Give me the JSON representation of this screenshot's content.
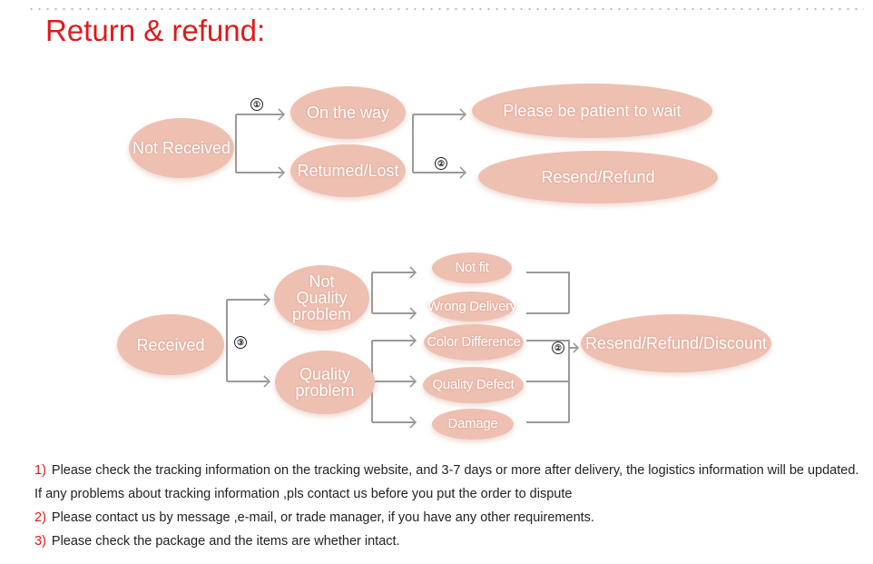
{
  "title": "Return & refund:",
  "diagram1": {
    "start": "Not Received",
    "on_the_way": "On the way",
    "returned_lost": "Retumed/Lost",
    "wait": "Please be patient to wait",
    "resend_refund": "Resend/Refund",
    "badge1": "①",
    "badge2": "②"
  },
  "diagram2": {
    "start": "Received",
    "not_quality": "Not Quality problem",
    "quality": "Quality problem",
    "not_fit": "Not fit",
    "wrong_delivery": "Wrong Delivery",
    "color_difference": "Color Difference",
    "quality_defect": "Quality Defect",
    "damage": "Damage",
    "outcome": "Resend/Refund/Discount",
    "badge3": "③",
    "badge2": "②"
  },
  "notes": [
    {
      "num": "1)",
      "text": "Please check the tracking information on the tracking website, and 3-7 days or more after delivery, the logistics information will be updated. If any problems about tracking information ,pls contact us before you put the order to dispute"
    },
    {
      "num": "2)",
      "text": "Please contact us by message ,e-mail, or trade manager, if you have any other requirements."
    },
    {
      "num": "3)",
      "text": "Please check the package and the items are whether intact."
    }
  ],
  "colors": {
    "title": "#e01a1a",
    "node_fill": "#eec0b2",
    "connector": "#9a9a9a"
  }
}
